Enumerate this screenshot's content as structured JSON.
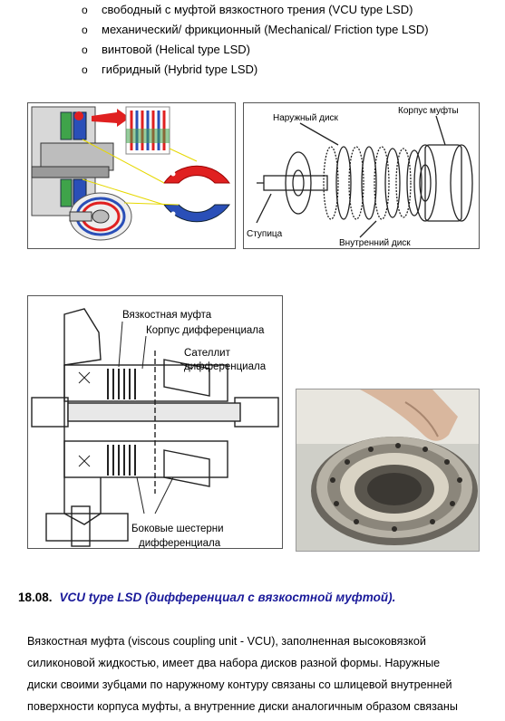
{
  "bullets": [
    {
      "marker": "o",
      "text": "свободный с муфтой вязкостного трения (VCU type LSD)"
    },
    {
      "marker": "o",
      "text": "механический/ фрикционный (Mechanical/ Friction type LSD)"
    },
    {
      "marker": "o",
      "text": "винтовой (Helical type LSD)"
    },
    {
      "marker": "o",
      "text": "гибридный (Hybrid type LSD)"
    }
  ],
  "figure2": {
    "outer_disk": "Наружный диск",
    "housing": "Корпус муфты",
    "hub": "Ступица",
    "inner_disk": "Внутренний диск"
  },
  "figure3": {
    "viscous": "Вязкостная муфта",
    "diff_case": "Корпус дифференциала",
    "satellite_1": "Сателлит",
    "satellite_2": "дифференциала",
    "side_gears_1": "Боковые шестерни",
    "side_gears_2": "дифференциала"
  },
  "section": {
    "number": "18.08.",
    "title": "VCU type LSD (дифференциал с вязкостной муфтой)."
  },
  "paragraph": [
    "Вязкостная муфта (viscous coupling unit - VCU), заполненная высоковязкой",
    "силиконовой жидкостью, имеет два набора дисков разной формы. Наружные",
    "диски своими зубцами по наружному контуру связаны со шлицевой внутренней",
    "поверхности корпуса муфты, а внутренние диски аналогичным образом связаны"
  ],
  "colors": {
    "heading_title": "#1a1a9a",
    "disk_red": "#e02020",
    "disk_blue": "#2a4fb8"
  }
}
